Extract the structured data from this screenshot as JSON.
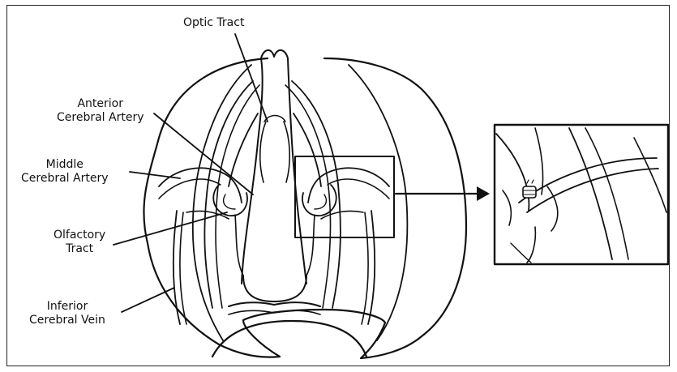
{
  "labels": {
    "optic_tract": "Optic Tract",
    "anterior_cerebral_artery": [
      "Anterior",
      "Cerebral Artery"
    ],
    "middle_cerebral_artery": [
      "Middle",
      "Cerebral Artery"
    ],
    "olfactory_tract": [
      "Olfactory",
      "Tract"
    ],
    "inferior_cerebral_vein": [
      "Inferior",
      "Cerebral Vein"
    ]
  },
  "colors": {
    "ink": "#111111",
    "paper": "#ffffff"
  }
}
